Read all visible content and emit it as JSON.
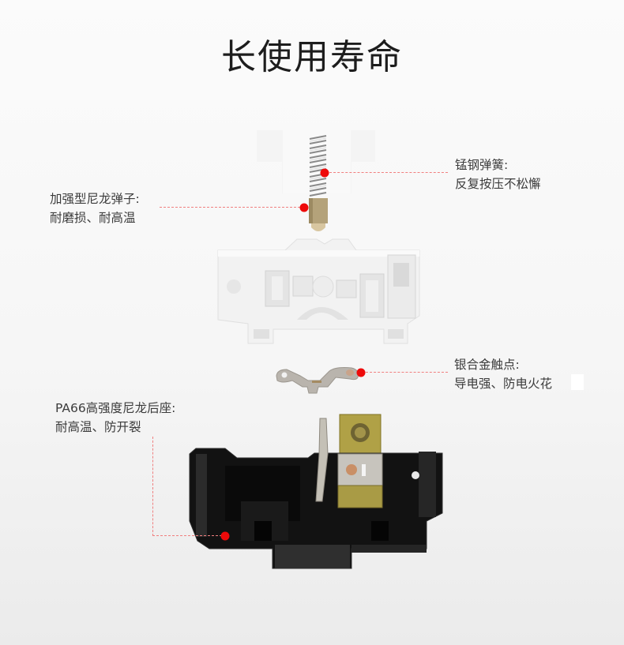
{
  "title": "长使用寿命",
  "annotations": [
    {
      "id": "spring",
      "line1": "锰钢弹簧:",
      "line2": "反复按压不松懈"
    },
    {
      "id": "plunger",
      "line1": "加强型尼龙弹子:",
      "line2": "耐磨损、耐高温"
    },
    {
      "id": "contact",
      "line1": "银合金触点:",
      "line2": "导电强、防电火花"
    },
    {
      "id": "base",
      "line1": "PA66高强度尼龙后座:",
      "line2": "耐高温、防开裂"
    }
  ],
  "colors": {
    "accent_dot": "#ee0a0a",
    "leader_line": "#f07f7f",
    "text": "#3c3c3c",
    "title": "#1d1d1d"
  }
}
